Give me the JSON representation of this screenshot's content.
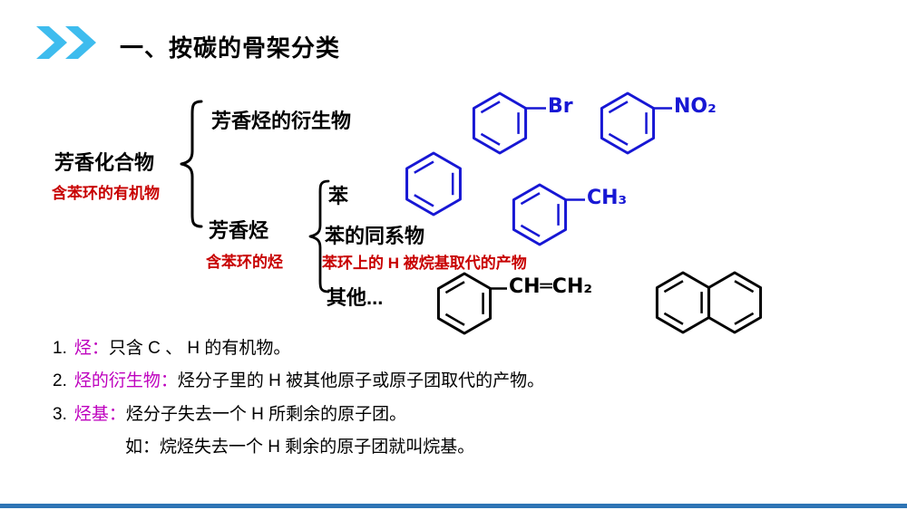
{
  "title": "一、按碳的骨架分类",
  "colors": {
    "chevron": "#3EBCEE",
    "structure_blue": "#1717D4",
    "structure_black": "#000000",
    "annotation_red": "#C80000",
    "term_magenta": "#BE00BE",
    "footer_bar": "#2E74B5"
  },
  "diagram": {
    "root_label": "芳香化合物",
    "root_note": "含苯环的有机物",
    "derivative_label": "芳香烃的衍生物",
    "hydrocarbon_label": "芳香烃",
    "hydrocarbon_note": "含苯环的烃",
    "benzene_label": "苯",
    "homolog_label": "苯的同系物",
    "homolog_note": "苯环上的 H 被烷基取代的产物",
    "others_label": "其他..."
  },
  "molecules": {
    "bromobenzene_substituent": "Br",
    "nitrobenzene_substituent": "NO₂",
    "toluene_substituent": "CH₃",
    "styrene_substituent": "CH═CH₂"
  },
  "definitions": [
    {
      "num": "1.",
      "term": "烃：",
      "text": "只含 C 、 H 的有机物。"
    },
    {
      "num": "2.",
      "term": "烃的衍生物：",
      "text": "烃分子里的 H 被其他原子或原子团取代的产物。"
    },
    {
      "num": "3.",
      "term": "烃基：",
      "text": "烃分子失去一个 H 所剩余的原子团。"
    }
  ],
  "example_line": "如：烷烃失去一个 H 剩余的原子团就叫烷基。"
}
